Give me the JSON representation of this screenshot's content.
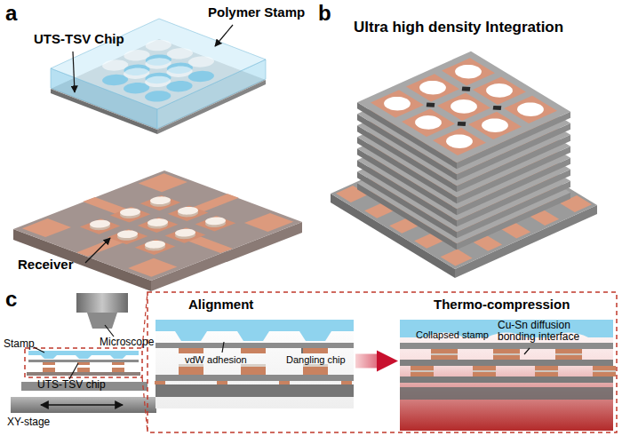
{
  "diagram": {
    "nodes": [
      {
        "text": [
          "Alignment",
          "vdW adhesion",
          "Dangling chip"
        ]
      },
      {
        "text": [
          "Thermo-compression",
          "Collapsed stamp",
          "Cu-Sn diffusion bonding interface"
        ]
      }
    ],
    "edges": [
      {
        "from": 0,
        "to": 1,
        "arrow": "to"
      }
    ],
    "labels": [
      "a",
      "UTS-TSV Chip",
      "Polymer Stamp",
      "Receiver",
      "b",
      "Ultra high density Integration",
      "c",
      "Microscope",
      "Stamp",
      "UTS-TSV chip",
      "XY-stage"
    ]
  }
}
